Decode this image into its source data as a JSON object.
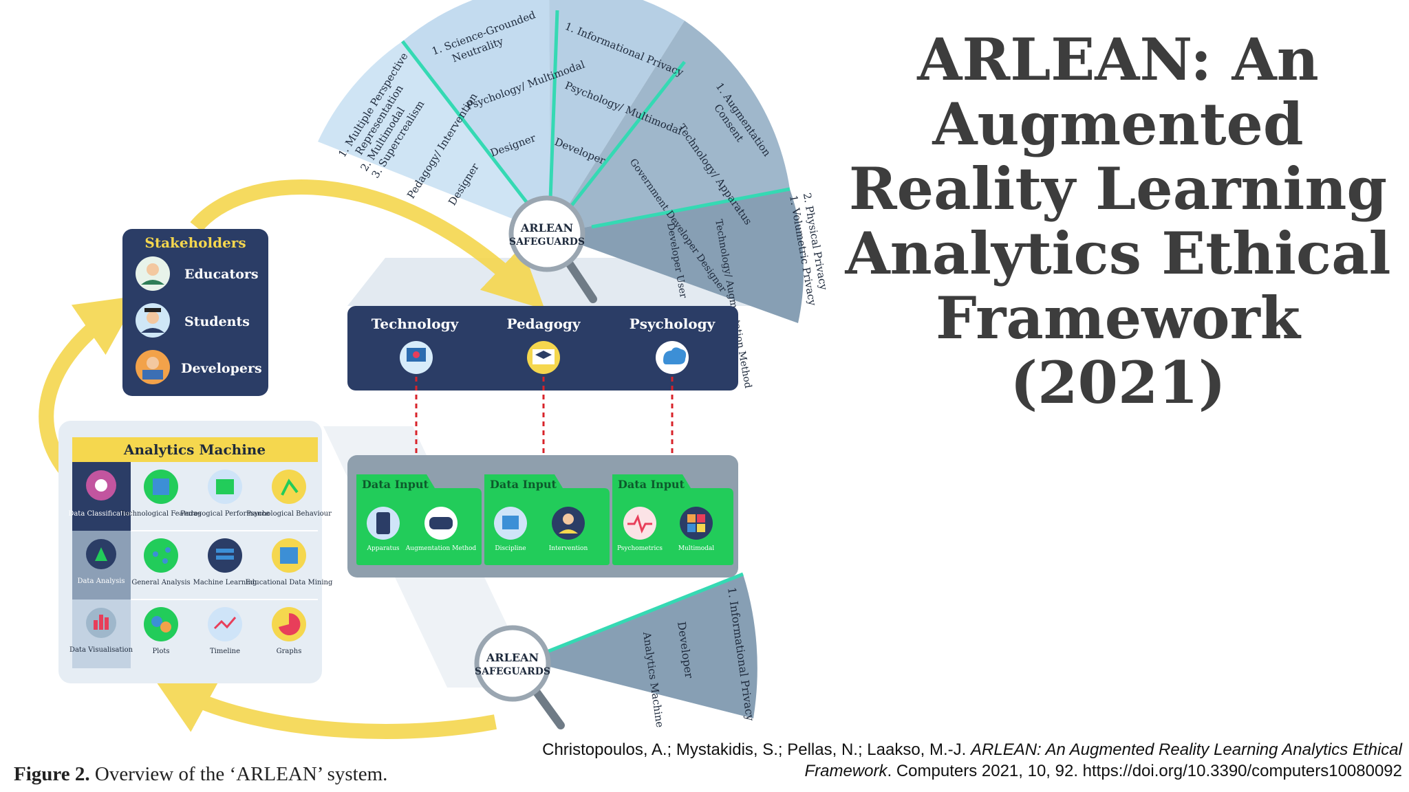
{
  "title": "ARLEAN: An Augmented Reality Learning Analytics Ethical Framework (2021)",
  "fan_top": {
    "segments": [
      {
        "principles": [
          "1. Multiple Perspective",
          "Representation",
          "2. Multimodal",
          "3. Supercrealism"
        ],
        "area": "Pedagogy/ Intervention",
        "role": "Designer"
      },
      {
        "principles": [
          "1. Science-Grounded",
          "Neutrality"
        ],
        "area": "Psychology/ Multimodal",
        "role": "Designer"
      },
      {
        "principles": [
          "1. Informational Privacy"
        ],
        "area": "Psychology/ Multimodal",
        "role": "Developer"
      },
      {
        "principles": [
          "1. Augmentation",
          "Consent"
        ],
        "area": "Technology/ Apparatus",
        "role": "Government Developer Designer"
      },
      {
        "principles": [
          "1. Volumetric Privacy",
          "2. Physical Privacy"
        ],
        "area": "Technology/ Augmentation Method",
        "role": "Developer User"
      }
    ]
  },
  "safeguard_top": {
    "line1": "ARLEAN",
    "line2": "SAFEGUARDS"
  },
  "safeguard_bottom": {
    "line1": "ARLEAN",
    "line2": "SAFEGUARDS"
  },
  "fan_bottom": {
    "principle": "1. Informational Privacy",
    "area": "Developer",
    "role": "Analytics Machine"
  },
  "stakeholders": {
    "title": "Stakeholders",
    "items": [
      "Educators",
      "Students",
      "Developers"
    ]
  },
  "domains": [
    "Technology",
    "Pedagogy",
    "Psychology"
  ],
  "data_inputs": [
    {
      "label": "Data Input",
      "items": [
        "Apparatus",
        "Augmentation Method"
      ]
    },
    {
      "label": "Data Input",
      "items": [
        "Discipline",
        "Intervention"
      ]
    },
    {
      "label": "Data Input",
      "items": [
        "Psychometrics",
        "Multimodal"
      ]
    }
  ],
  "analytics": {
    "title": "Analytics Machine",
    "rows": [
      {
        "label": "Data Classification",
        "cells": [
          "Technological Features",
          "Pedagogical Performance",
          "Psychological Behaviour"
        ]
      },
      {
        "label": "Data Analysis",
        "cells": [
          "General Analysis",
          "Machine Learning",
          "Educational Data Mining"
        ]
      },
      {
        "label": "Data Visualisation",
        "cells": [
          "Plots",
          "Timeline",
          "Graphs"
        ]
      }
    ]
  },
  "caption": {
    "bold": "Figure 2.",
    "text": " Overview of the ‘ARLEAN’ system."
  },
  "citation": {
    "authors": "Christopoulos, A.; Mystakidis, S.; Pellas, N.; Laakso, M.-J. ",
    "title_italic": "ARLEAN: An Augmented Reality Learning Analytics Ethical Framework",
    "rest": ". Computers 2021, 10, 92. https://doi.org/10.3390/computers10080092"
  },
  "colors": {
    "navy": "#2b3d66",
    "green": "#22cc5a",
    "yellow_arrow": "#f5d74e",
    "fan_light": "#c7dff1",
    "fan_dark": "#8ea7bc",
    "title_text": "#3d3d3d"
  }
}
